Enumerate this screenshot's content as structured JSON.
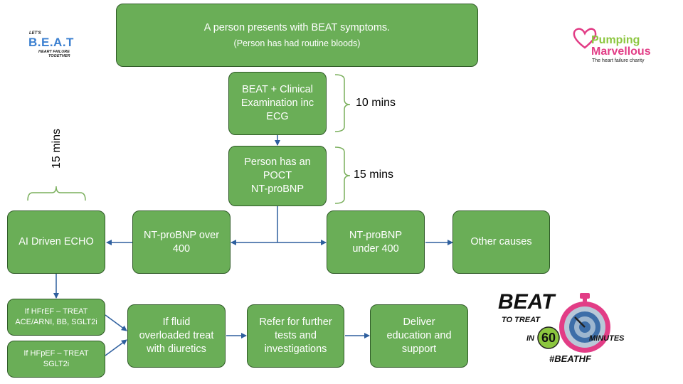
{
  "nodes": {
    "start": {
      "line1": "A person presents with BEAT symptoms.",
      "line2": "(Person has had routine bloods)"
    },
    "exam": {
      "line1": "BEAT + Clinical",
      "line2": "Examination inc",
      "line3": "ECG"
    },
    "poct": {
      "line1": "Person has an",
      "line2": "POCT",
      "line3": "NT-proBNP"
    },
    "over400": {
      "line1": "NT-proBNP over",
      "line2": "400"
    },
    "under400": {
      "line1": "NT-proBNP",
      "line2": "under 400"
    },
    "other": {
      "line1": "Other causes"
    },
    "echo": {
      "line1": "AI Driven ECHO"
    },
    "hfref": {
      "line1": "If HFrEF – TREAT",
      "line2": "ACE/ARNI, BB, SGLT2i"
    },
    "hfpef": {
      "line1": "If HFpEF – TREAT",
      "line2": "SGLT2i"
    },
    "fluid": {
      "line1": "If fluid",
      "line2": "overloaded treat",
      "line3": "with diuretics"
    },
    "refer": {
      "line1": "Refer for further",
      "line2": "tests and",
      "line3": "investigations"
    },
    "educate": {
      "line1": "Deliver",
      "line2": "education and",
      "line3": "support"
    }
  },
  "timings": {
    "exam": "10 mins",
    "poct": "15 mins",
    "echo": "15 mins"
  },
  "logos": {
    "beat_small": {
      "line1": "LET'S",
      "line2": "B.E.A.T",
      "line3": "HEART FAILURE",
      "line4": "TOGETHER"
    },
    "pumping": {
      "line1": "Pumping",
      "line2": "Marvellous",
      "tagline": "The heart failure charity"
    },
    "beat_treat": {
      "beat": "BEAT",
      "to_treat": "TO TREAT",
      "in": "IN",
      "number": "60",
      "minutes": "MINUTES",
      "hashtag": "#BEATHF"
    }
  },
  "colors": {
    "box_fill": "#6aae57",
    "box_border": "#2f5a27",
    "connector": "#2e5f9e",
    "brace": "#7aaf5c",
    "logo_blue": "#1f4e9a",
    "logo_pink": "#e23d86",
    "logo_green": "#8cc63f"
  }
}
